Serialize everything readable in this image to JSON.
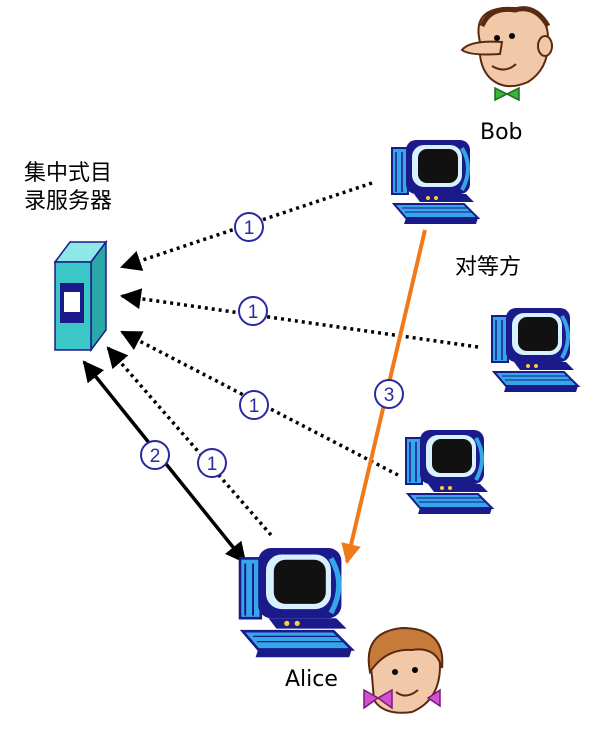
{
  "labels": {
    "server_line1": "集中式目",
    "server_line2": "录服务器",
    "peers": "对等方",
    "bob": "Bob",
    "alice": "Alice"
  },
  "steps": {
    "s1a": "1",
    "s1b": "1",
    "s1c": "1",
    "s1d": "1",
    "s2": "2",
    "s3": "3"
  },
  "colors": {
    "server_body": "#3cc6c6",
    "monitor_frame": "#1a1a8a",
    "monitor_accent": "#35a7e8",
    "step_circle": "#2a2aa0",
    "orange_arrow": "#f07a1a"
  }
}
